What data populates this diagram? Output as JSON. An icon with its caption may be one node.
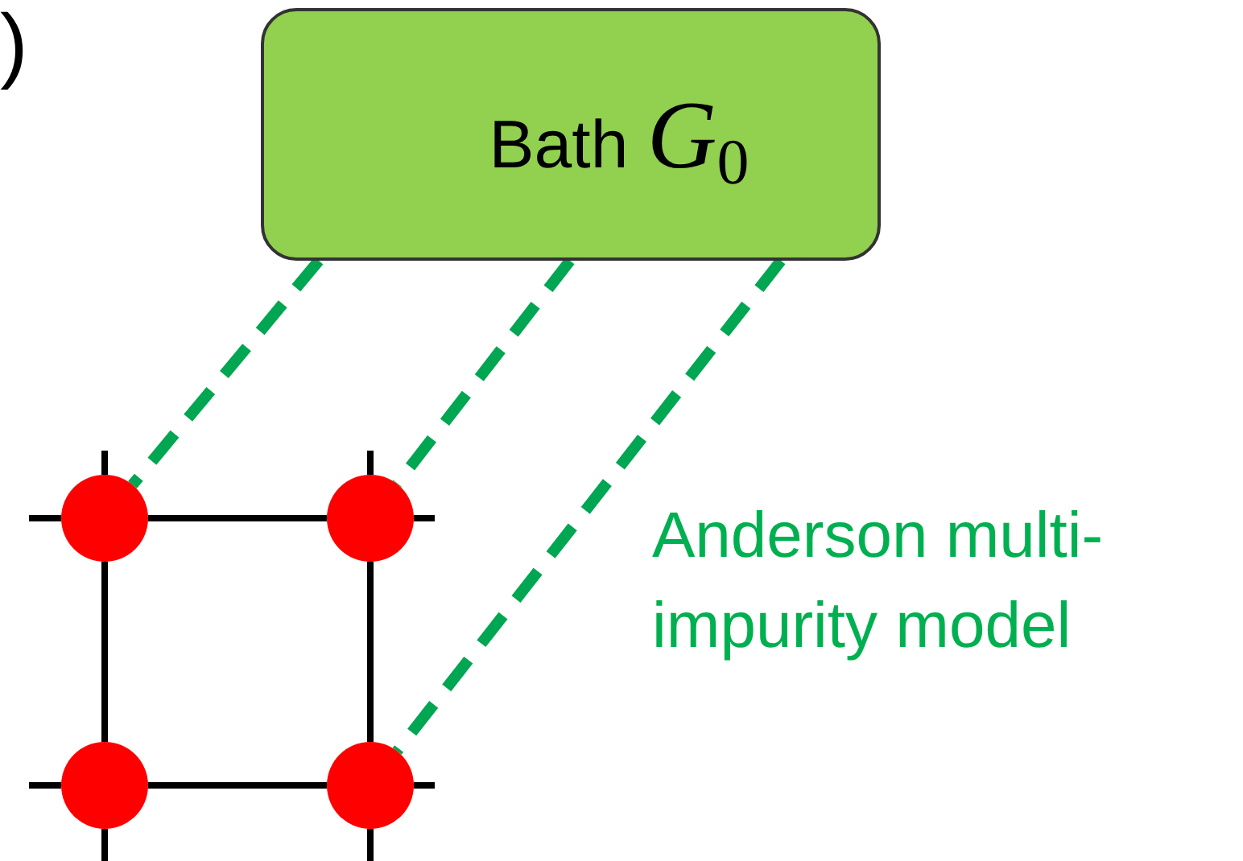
{
  "diagram": {
    "nodes": [
      {
        "text": [
          "Bath *G*$_{0}$"
        ]
      },
      {
        "text": [],
        "shape": "circle"
      },
      {
        "text": [],
        "shape": "circle"
      },
      {
        "text": [],
        "shape": "circle"
      },
      {
        "text": [],
        "shape": "circle"
      }
    ],
    "edges": [
      {
        "from": 0,
        "to": 1,
        "arrow": "none",
        "style": "dashed",
        "color": "#00a651"
      },
      {
        "from": 0,
        "to": 2,
        "arrow": "none",
        "style": "dashed",
        "color": "#00a651"
      },
      {
        "from": 0,
        "to": 4,
        "arrow": "none",
        "style": "dashed",
        "color": "#00a651"
      },
      {
        "from": 1,
        "to": 2,
        "arrow": "none"
      },
      {
        "from": 1,
        "to": 3,
        "arrow": "none"
      },
      {
        "from": 2,
        "to": 4,
        "arrow": "none"
      },
      {
        "from": 3,
        "to": 4,
        "arrow": "none"
      }
    ],
    "labels": [
      ")",
      "Anderson multi-impurity model"
    ]
  }
}
